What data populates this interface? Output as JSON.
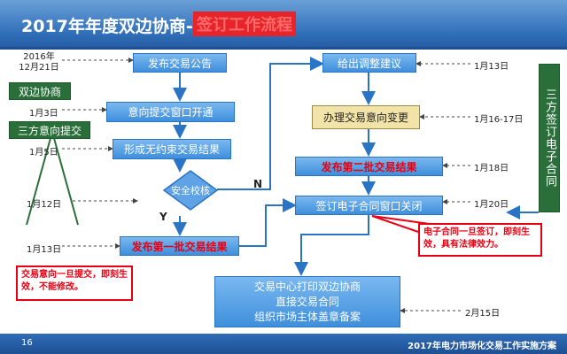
{
  "title": {
    "main": "2017年年度双边协商-",
    "sub": "签订工作流程"
  },
  "nodes": {
    "publish": "发布交易公告",
    "window_open": "意向提交窗口开通",
    "form_result": "形成无约束交易结果",
    "check": "安全校核",
    "first_batch": "发布第一批交易结果",
    "advice": "给出调整建议",
    "change": "办理交易意向变更",
    "second_batch": "发布第二批交易结果",
    "close": "签订电子合同窗口关闭",
    "final_l1": "交易中心打印双边协商",
    "final_l2": "直接交易合同",
    "final_l3": "组织市场主体盖章备案"
  },
  "side": {
    "bilateral": "双边协商",
    "tripartite_submit": "三方意向提交",
    "tripartite_sign": "三方签订电子合同"
  },
  "dates": {
    "d1": "2016年 12月21日",
    "d2": "1月3日",
    "d3": "1月5日",
    "d4": "1月12日",
    "d5": "1月13日",
    "r1": "1月13日",
    "r2": "1月16-17日",
    "r3": "1月18日",
    "r4": "1月20日",
    "r5": "2月15日"
  },
  "branch": {
    "no": "N",
    "yes": "Y"
  },
  "notes": {
    "left": "交易意向一旦提交，即刻生效，不能修改。",
    "right": "电子合同一旦签订，即刻生效，具有法律效力。"
  },
  "footer": {
    "page": "16",
    "text": "2017年电力市场化交易工作实施方案"
  },
  "colors": {
    "header": "#2f6db8",
    "box": "#3f8fdc",
    "green": "#2a6e39",
    "red": "#e60012",
    "highlight": "#f2e4a8"
  }
}
